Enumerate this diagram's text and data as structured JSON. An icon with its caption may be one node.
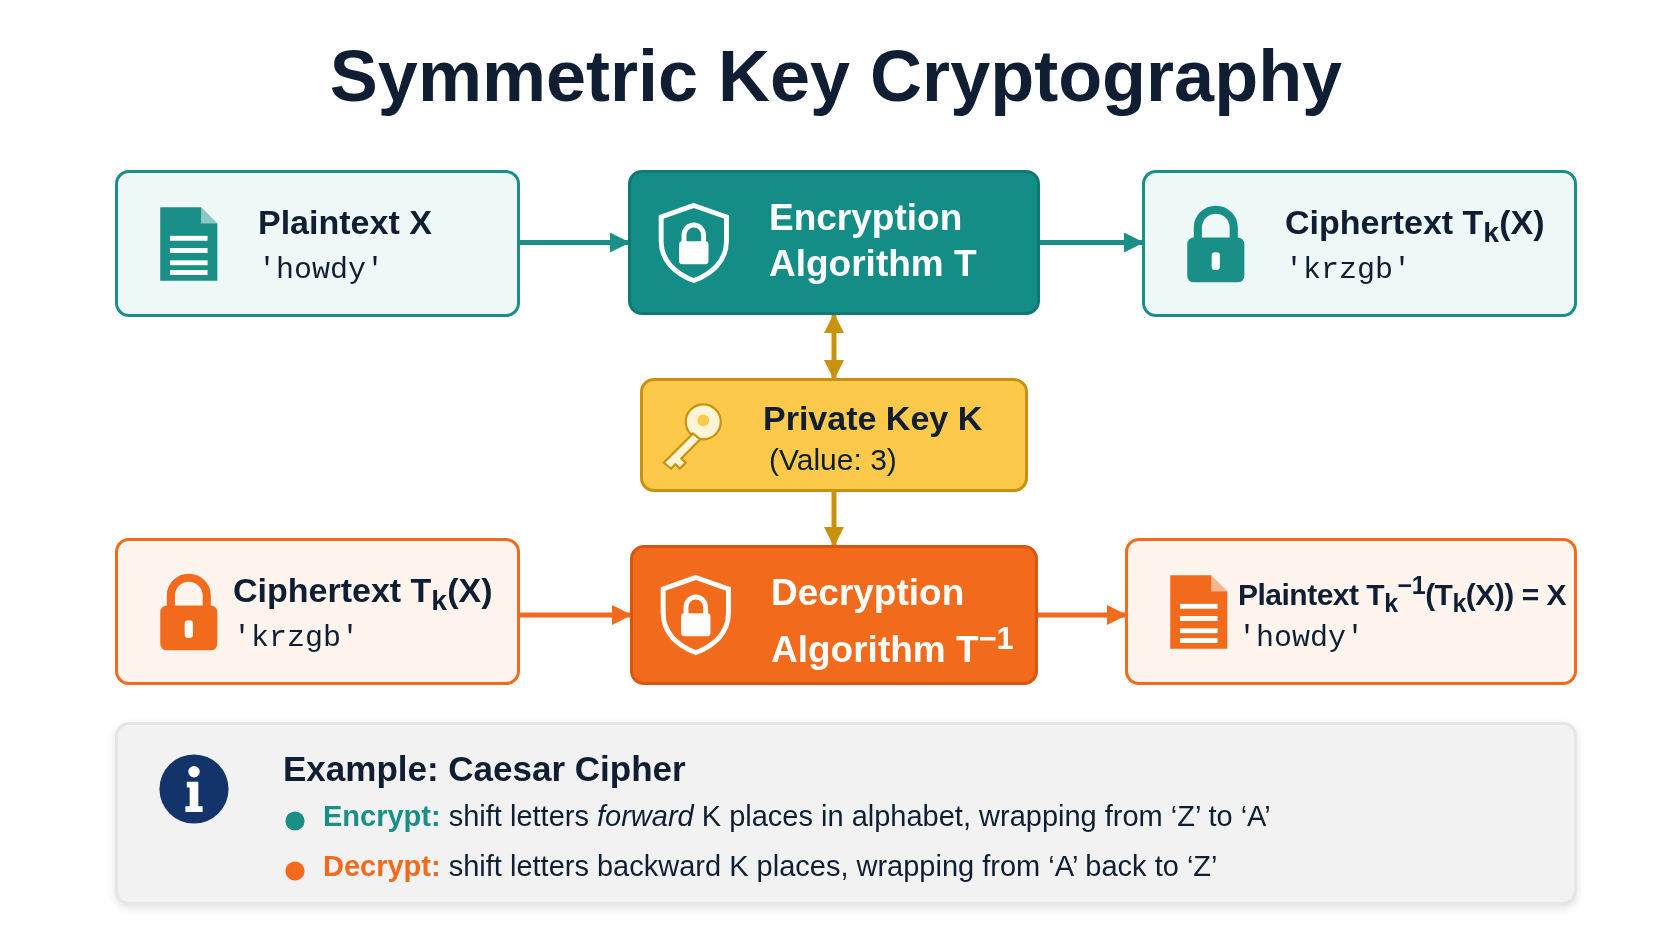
{
  "diagram": {
    "title": "Symmetric Key Cryptography",
    "nodes": [
      {
        "text": [
          "Plaintext X",
          "'howdy'"
        ]
      },
      {
        "text": [
          "Encryption Algorithm T"
        ]
      },
      {
        "text": [
          "Ciphertext T$_{k}$(X)",
          "'krzgb'"
        ]
      },
      {
        "text": [
          "Private Key K",
          "(Value: 3)"
        ]
      },
      {
        "text": [
          "Ciphertext T$_{k}$(X)",
          "'krzgb'"
        ]
      },
      {
        "text": [
          "Decryption Algorithm T$^{−1}$"
        ]
      },
      {
        "text": [
          "Plaintext T$_{k}$$^{−1}$(T$_{k}$(X)) = X",
          "'howdy'"
        ]
      },
      {
        "text": [
          "Example: Caesar Cipher",
          "**Encrypt:** shift letters *forward* K places in alphabet, wrapping from ‘Z’ to ‘A’",
          "**Decrypt:** shift letters backward K places, wrapping from ‘A’ back to ‘Z’"
        ]
      }
    ],
    "edges": [
      {
        "from": 0,
        "to": 1,
        "arrow": "to",
        "color": "#1a8f88"
      },
      {
        "from": 1,
        "to": 2,
        "arrow": "to",
        "color": "#1a8f88"
      },
      {
        "from": 1,
        "to": 3,
        "arrow": "both",
        "color": "#c9920e"
      },
      {
        "from": 3,
        "to": 5,
        "arrow": "to",
        "color": "#c9920e"
      },
      {
        "from": 4,
        "to": 5,
        "arrow": "to",
        "color": "#f26a1b"
      },
      {
        "from": 5,
        "to": 6,
        "arrow": "to",
        "color": "#f26a1b"
      }
    ]
  }
}
